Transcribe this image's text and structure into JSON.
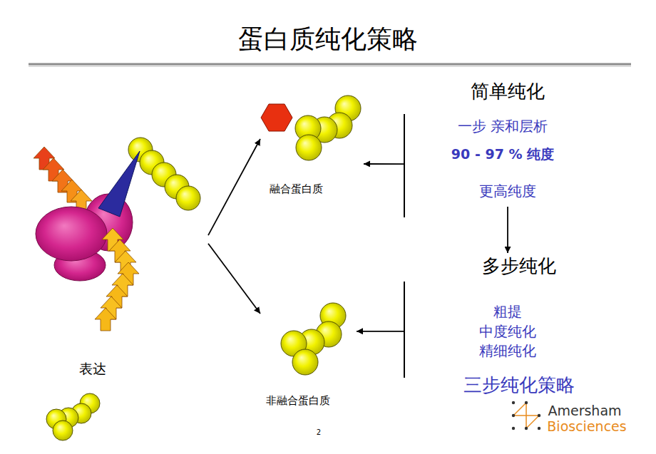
{
  "diagram": {
    "title": "蛋白质纯化策略",
    "nodes": [
      {
        "text": [
          "表达"
        ]
      },
      {
        "text": [
          "融合蛋白质"
        ]
      },
      {
        "text": [
          "非融合蛋白质"
        ]
      },
      {
        "text": [
          "简单纯化",
          "一步 亲和层析",
          "90 - 97 % 纯度",
          "更高纯度"
        ]
      },
      {
        "text": [
          "多步纯化"
        ]
      },
      {
        "text": [
          "粗提",
          "中度纯化",
          "精细纯化",
          "三步纯化策略"
        ]
      }
    ],
    "edges": [
      {
        "from": 0,
        "to": 1,
        "arrow": "to"
      },
      {
        "from": 0,
        "to": 2,
        "arrow": "to"
      },
      {
        "from": 3,
        "to": 1,
        "arrow": "to"
      },
      {
        "from": 3,
        "to": 4,
        "arrow": "to"
      },
      {
        "from": 5,
        "to": 2,
        "arrow": "to"
      }
    ],
    "labels": [
      "2",
      "Amersham",
      "Biosciences"
    ]
  }
}
